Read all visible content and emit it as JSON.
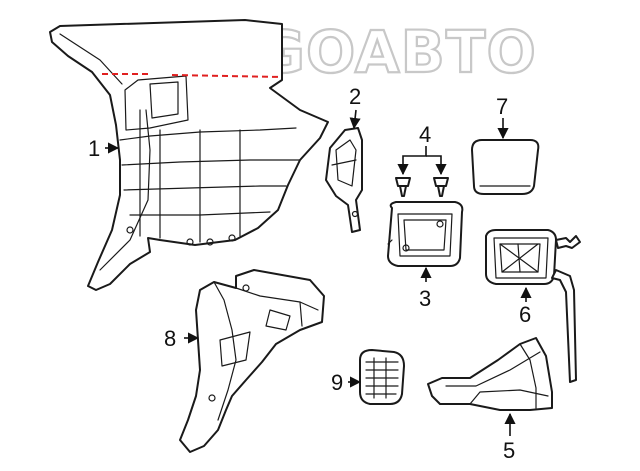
{
  "watermark": "ALLEGOABTO",
  "colors": {
    "line": "#1a1a1a",
    "cut_line": "#e02020",
    "watermark": "#c8c8c8",
    "background": "#ffffff"
  },
  "callouts": [
    {
      "id": "1",
      "label": "1"
    },
    {
      "id": "2",
      "label": "2"
    },
    {
      "id": "3",
      "label": "3"
    },
    {
      "id": "4",
      "label": "4"
    },
    {
      "id": "5",
      "label": "5"
    },
    {
      "id": "6",
      "label": "6"
    },
    {
      "id": "7",
      "label": "7"
    },
    {
      "id": "8",
      "label": "8"
    },
    {
      "id": "9",
      "label": "9"
    }
  ]
}
